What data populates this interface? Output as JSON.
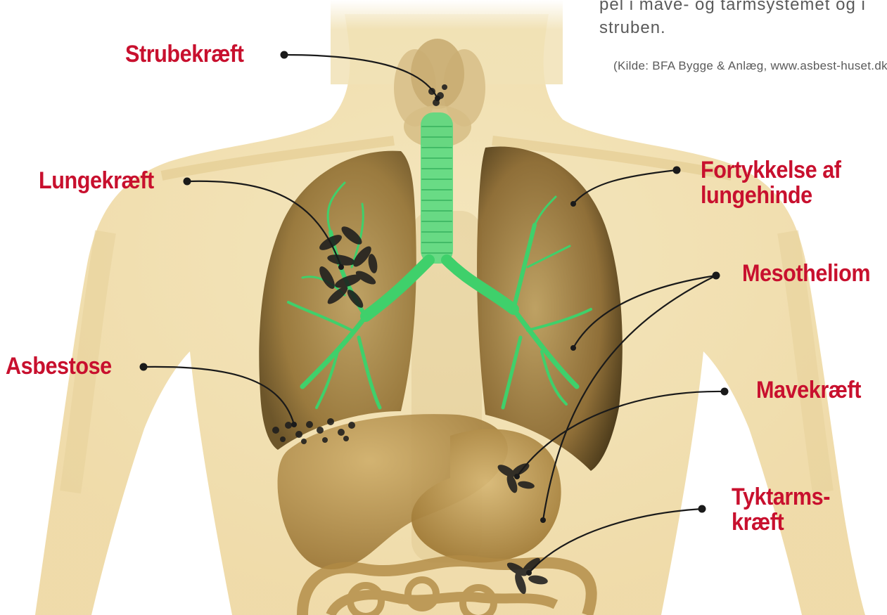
{
  "intro_text": [
    "pel i mave- og tarmsystemet og i",
    "struben."
  ],
  "source_text": "(Kilde: BFA Bygge & Anlæg, www.asbest-huset.dk",
  "colors": {
    "accent": "#c8102e",
    "airway": "#3fd06b",
    "body": "#efdcaa",
    "organ": "#a7823d",
    "text_grey": "#5a5a5a"
  },
  "labels": {
    "strubekraeft": "Strubekræft",
    "lungekraeft": "Lungekræft",
    "fortykkelse_1": "Fortykkelse af",
    "fortykkelse_2": "lungehinde",
    "mesotheliom": "Mesotheliom",
    "asbestose": "Asbestose",
    "mavekraeft": "Mavekræft",
    "tyktarm_1": "Tyktarms-",
    "tyktarm_2": "kræft"
  }
}
